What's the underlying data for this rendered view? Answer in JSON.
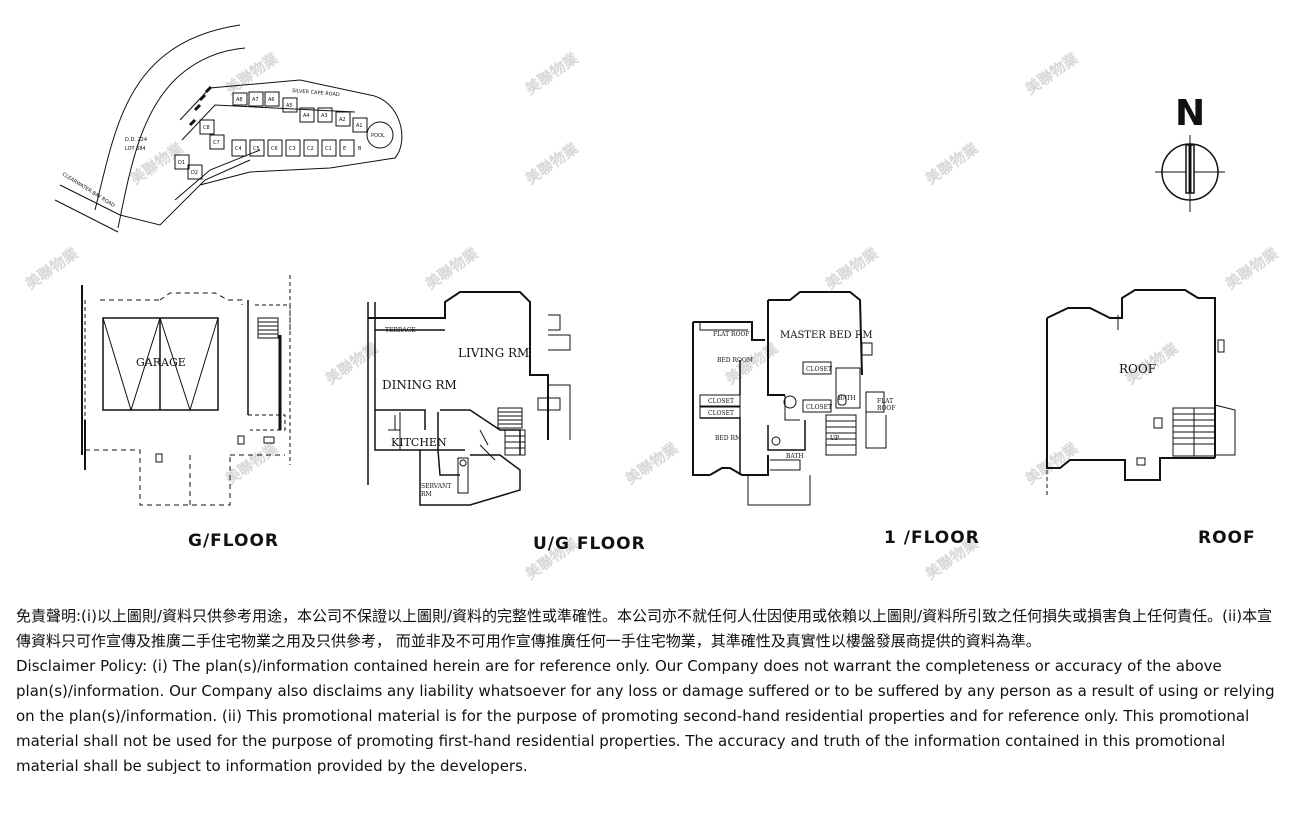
{
  "watermark": "美聯物業",
  "compass": {
    "label": "N"
  },
  "site_plan": {
    "roads": [
      "SILVER CAPE ROAD",
      "CLEARWATER BAY ROAD"
    ],
    "lot_text": [
      "D.D. 224",
      "LOT 384"
    ],
    "pool_label": "POOL",
    "units": [
      "A8",
      "A7",
      "A6",
      "A5",
      "A4",
      "A3",
      "A2",
      "A1",
      "B",
      "C4",
      "C5",
      "C6",
      "C3",
      "C2",
      "C1",
      "E",
      "C8",
      "C7",
      "D1",
      "D2"
    ]
  },
  "floors": {
    "g": {
      "label": "G/FLOOR",
      "rooms": [
        "GARAGE"
      ]
    },
    "ug": {
      "label": "U/G FLOOR",
      "rooms": [
        "LIVING RM",
        "DINING RM",
        "KITCHEN",
        "SERVANT",
        "RM",
        "TERRACE"
      ]
    },
    "first": {
      "label": "1 /FLOOR",
      "rooms": [
        "MASTER BED RM",
        "BED ROOM",
        "BED RM",
        "CLOSET",
        "CLOSET",
        "CLOSET",
        "CLOSET",
        "BATH",
        "BATH",
        "FLAT ROOF",
        "FLAT",
        "ROOF",
        "UP"
      ]
    },
    "roof": {
      "label": "ROOF",
      "rooms": [
        "ROOF"
      ]
    }
  },
  "disclaimer": {
    "zh": "免責聲明:(i)以上圖則/資料只供參考用途，本公司不保證以上圖則/資料的完整性或準確性。本公司亦不就任何人仕因使用或依賴以上圖則/資料所引致之任何損失或損害負上任何責任。(ii)本宣傳資料只可作宣傳及推廣二手住宅物業之用及只供參考， 而並非及不可用作宣傳推廣任何一手住宅物業，其準確性及真實性以樓盤發展商提供的資料為準。",
    "en": "Disclaimer Policy: (i) The plan(s)/information contained herein are for reference only. Our Company does not warrant the completeness or accuracy of the above plan(s)/information. Our Company also disclaims any liability whatsoever for any loss or damage suffered or to be suffered by any person as a result of using or relying on the plan(s)/information. (ii) This promotional material is for the purpose of promoting second-hand residential properties and for reference only. This promotional material shall not be used for the purpose of promoting first-hand residential properties. The accuracy and truth of the information contained in this promotional material shall be subject to information provided by the developers."
  }
}
